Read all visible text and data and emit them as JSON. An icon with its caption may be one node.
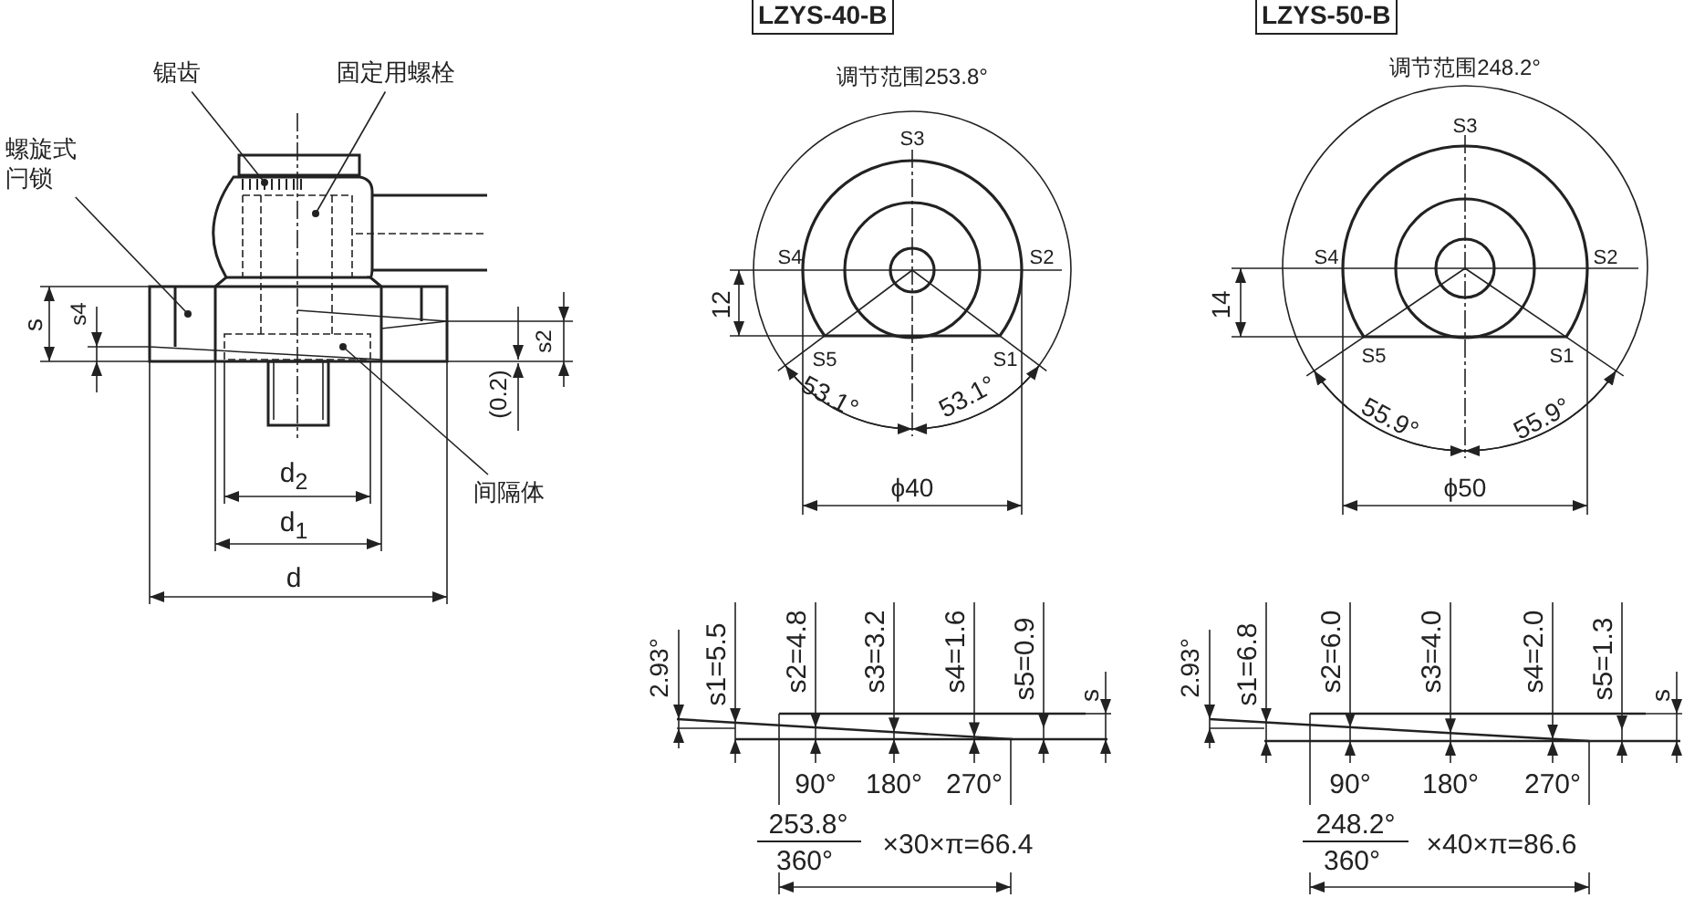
{
  "diagram": {
    "nodes": [
      {
        "text": [
          "锯齿"
        ]
      },
      {
        "text": [
          "固定用螺栓"
        ]
      },
      {
        "text": [
          "螺旋式闩锁"
        ]
      },
      {
        "text": [
          "间隔体"
        ]
      },
      {
        "text": [
          "LZYS-40-B"
        ]
      },
      {
        "text": [
          "LZYS-50-B"
        ]
      }
    ],
    "edges": [
      {
        "from": 0,
        "to": null,
        "arrow": "other"
      },
      {
        "from": 1,
        "to": null,
        "arrow": "other"
      },
      {
        "from": 2,
        "to": null,
        "arrow": "other"
      },
      {
        "from": 3,
        "to": null,
        "arrow": "other"
      }
    ],
    "labels": [
      "s",
      "s4",
      "s2",
      "(0.2)",
      "d$_{2}$",
      "d$_{1}$",
      "d",
      "调节范围253.8°",
      "S3",
      "S4",
      "S2",
      "12",
      "S5",
      "S1",
      "53.1°",
      "53.1°",
      "ϕ40",
      "调节范围248.2°",
      "S3",
      "S4",
      "S2",
      "14",
      "S5",
      "S1",
      "55.9°",
      "55.9°",
      "ϕ50",
      "2.93°",
      "s1=5.5",
      "s2=4.8",
      "s3=3.2",
      "s4=1.6",
      "s5=0.9",
      "s",
      "90°",
      "180°",
      "270°",
      "253.8°",
      "360°",
      "×30×π=66.4",
      "2.93°",
      "s1=6.8",
      "s2=6.0",
      "s3=4.0",
      "s4=2.0",
      "s5=1.3",
      "s",
      "90°",
      "180°",
      "270°",
      "248.2°",
      "360°",
      "×40×π=86.6"
    ]
  }
}
